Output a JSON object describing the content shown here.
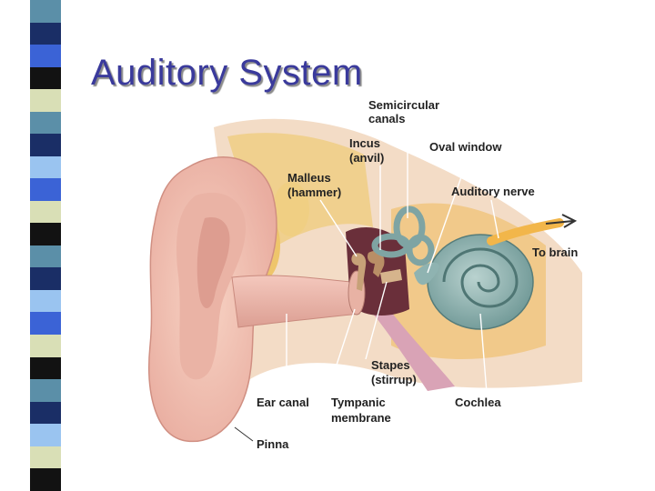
{
  "slide": {
    "title": "Auditory System"
  },
  "stripe_colors": [
    "#5b8fa8",
    "#1a2e66",
    "#3b63d6",
    "#121212",
    "#d9dfb6",
    "#5b8fa8",
    "#1a2e66",
    "#9ac4f0",
    "#3b63d6",
    "#d9dfb6",
    "#121212",
    "#5b8fa8",
    "#1a2e66",
    "#9ac4f0",
    "#3b63d6",
    "#d9dfb6",
    "#121212",
    "#5b8fa8",
    "#1a2e66",
    "#9ac4f0",
    "#d9dfb6",
    "#121212"
  ],
  "diagram": {
    "labels": {
      "semicircular_line1": "Semicircular",
      "semicircular_line2": "canals",
      "incus_line1": "Incus",
      "incus_line2": "(anvil)",
      "oval_window": "Oval window",
      "malleus_line1": "Malleus",
      "malleus_line2": "(hammer)",
      "auditory_nerve": "Auditory nerve",
      "to_brain": "To brain",
      "stapes_line1": "Stapes",
      "stapes_line2": "(stirrup)",
      "ear_canal": "Ear canal",
      "tympanic_line1": "Tympanic",
      "tympanic_line2": "membrane",
      "cochlea": "Cochlea",
      "pinna": "Pinna"
    }
  }
}
